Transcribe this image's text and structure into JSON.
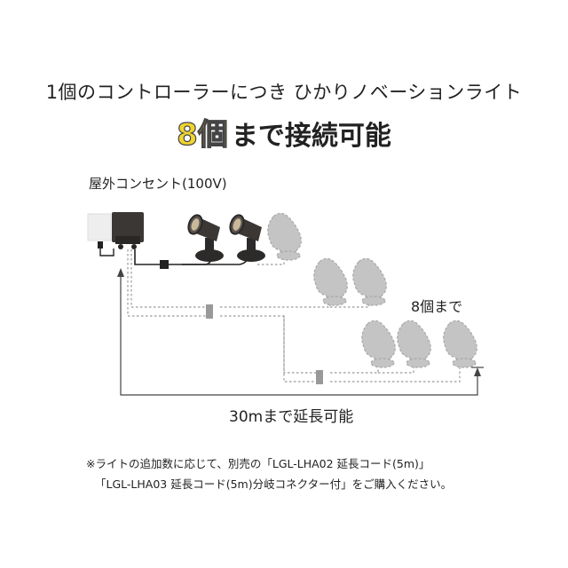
{
  "headline": "1個のコントローラーにつき ひかりノベーションライト",
  "subline": {
    "highlight": "8個",
    "rest": "まで接続可能",
    "highlight_color": "#f0d530"
  },
  "outlet_label": "屋外コンセント(100V)",
  "max_lights_label": "8個まで",
  "extension_label": "30mまで延長可能",
  "footnote": {
    "line1": "※ライトの追加数に応じて、別売の「LGL-LHA02 延長コード(5m)」",
    "line2": "「LGL-LHA03 延長コード(5m)分岐コネクター付」をご購入ください。"
  },
  "colors": {
    "cable": "#222222",
    "dashed": "#999999",
    "ghost_light": "#bfbfbf",
    "controller": "#3a3735",
    "outlet": "#eeeeee"
  }
}
